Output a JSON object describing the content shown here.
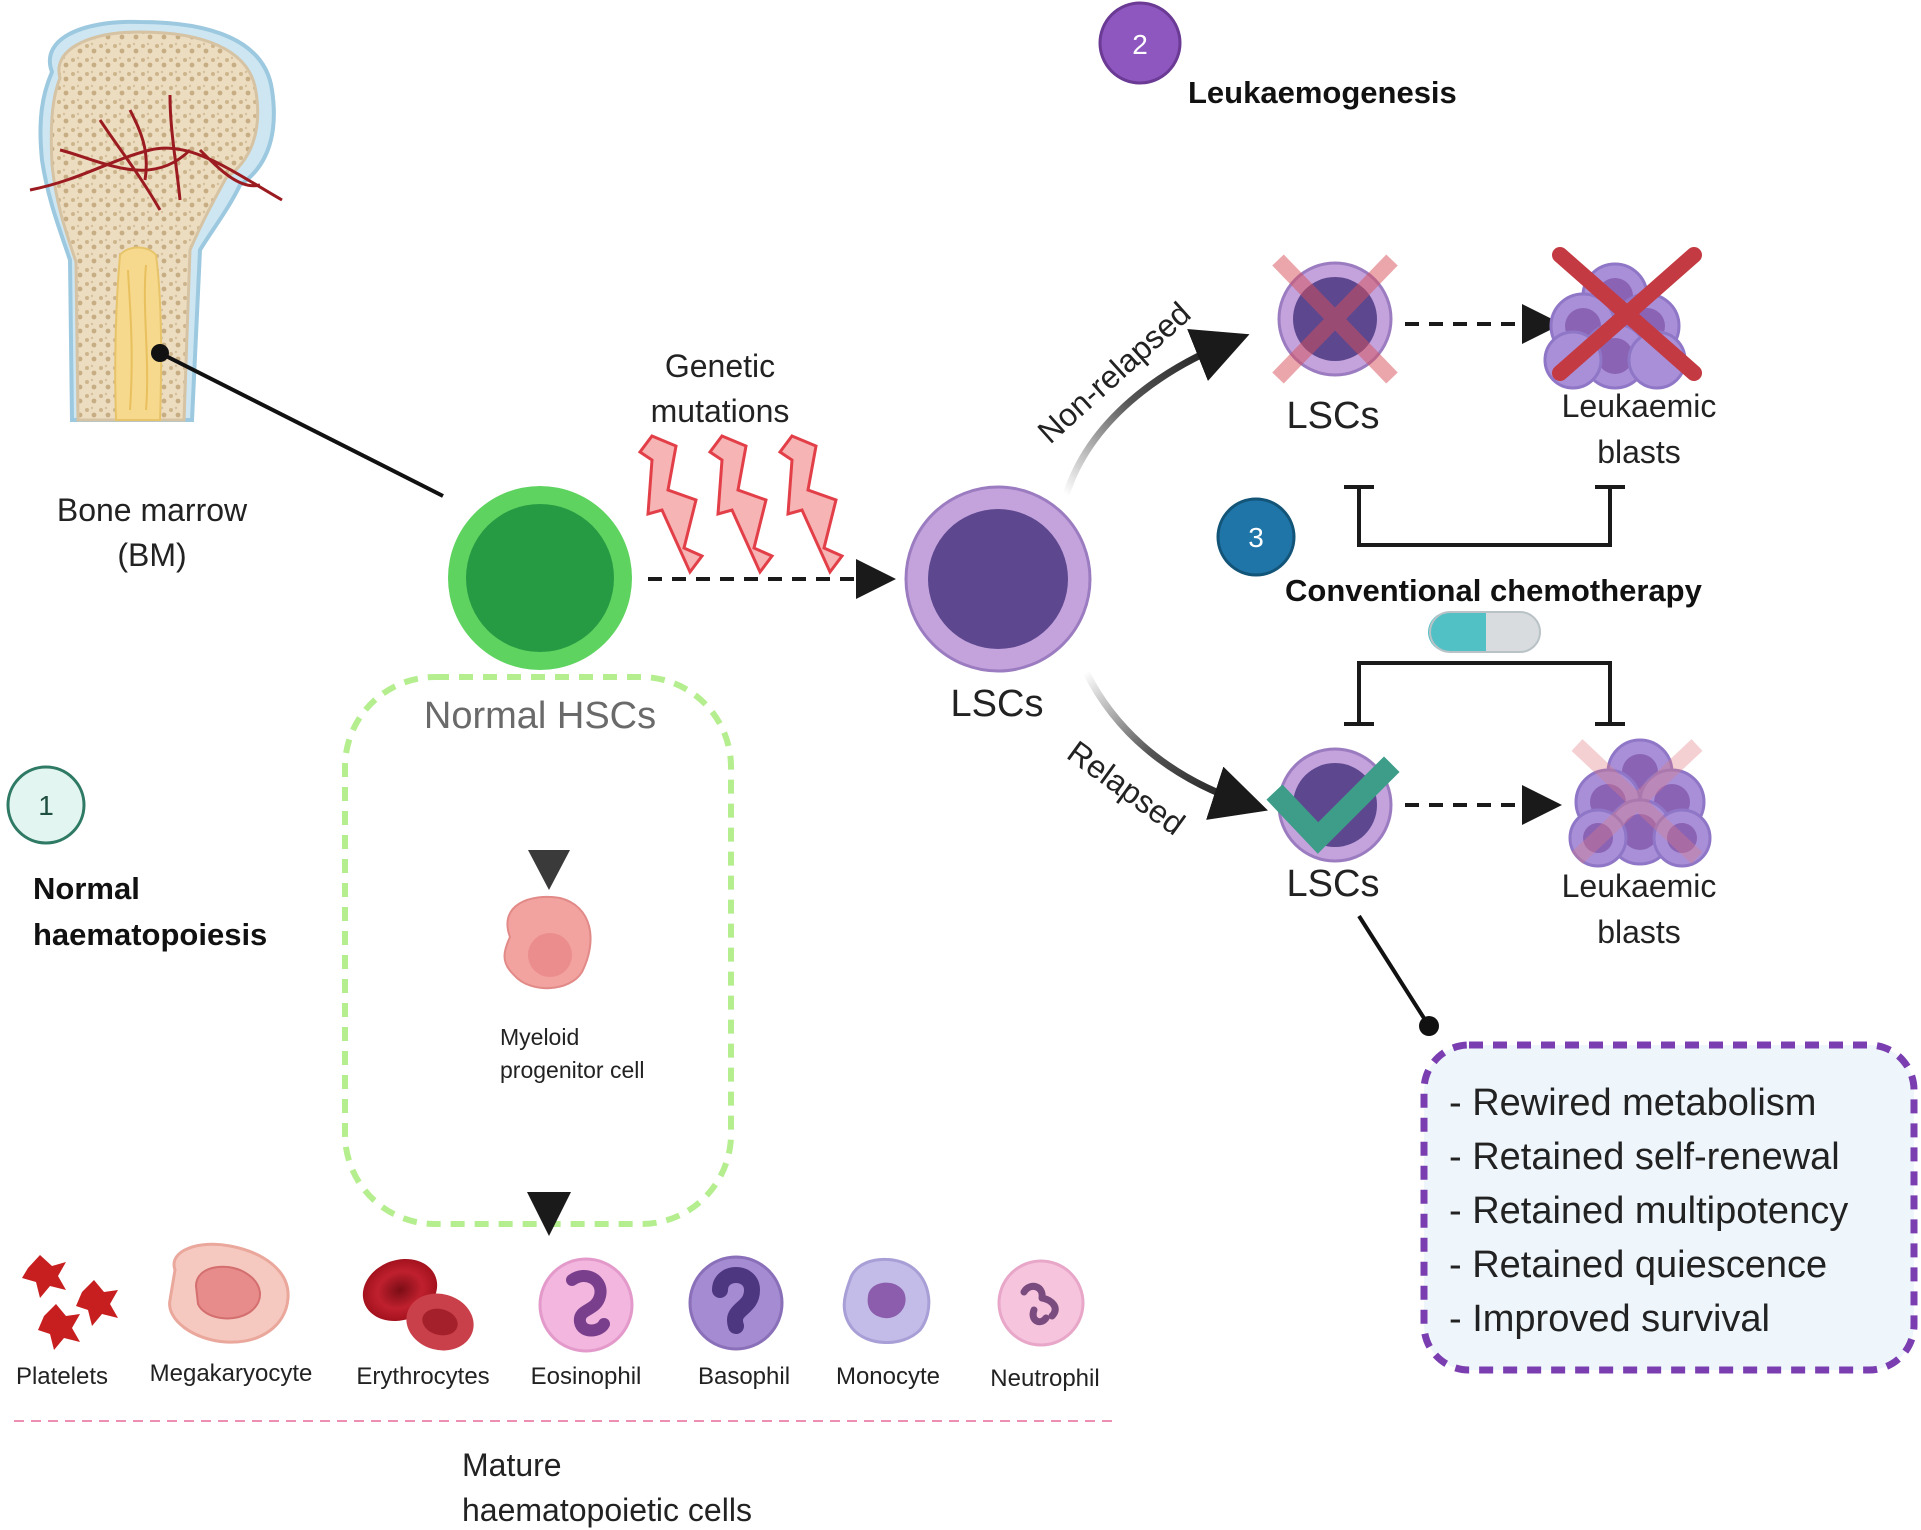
{
  "steps": [
    {
      "number": "1",
      "title_line1": "Normal",
      "title_line2": "haematopoiesis"
    },
    {
      "number": "2",
      "title": "Leukaemogenesis"
    },
    {
      "number": "3",
      "title": "Conventional chemotherapy"
    }
  ],
  "bone_marrow": {
    "line1": "Bone marrow",
    "line2": "(BM)"
  },
  "mutations": {
    "line1": "Genetic",
    "line2": "mutations"
  },
  "normal_hsc_label": "Normal HSCs",
  "lsc_center_label": "LSCs",
  "progenitor": {
    "line1": "Myeloid",
    "line2": "progenitor cell"
  },
  "mature_cells": [
    "Platelets",
    "Megakaryocyte",
    "Erythrocytes",
    "Eosinophil",
    "Basophil",
    "Monocyte",
    "Neutrophil"
  ],
  "mature_title": {
    "line1": "Mature",
    "line2": "haematopoietic cells"
  },
  "branches": {
    "non_relapsed": "Non-relapsed",
    "relapsed": "Relapsed",
    "lsc_top": "LSCs",
    "lsc_bottom": "LSCs",
    "blasts_top": {
      "line1": "Leukaemic",
      "line2": "blasts"
    },
    "blasts_bottom": {
      "line1": "Leukaemic",
      "line2": "blasts"
    }
  },
  "features": [
    "- Rewired metabolism",
    "- Retained self-renewal",
    "- Retained multipotency",
    "- Retained quiescence",
    "- Improved survival"
  ],
  "colors": {
    "step1": "#d9f2ec",
    "step2": "#8e57c0",
    "step3": "#1f74a8",
    "hsc": "#2fa84f",
    "lsc": "#5d478f",
    "dashed_box": "#b5ee8f",
    "feature_box": "#7a3eb0"
  }
}
